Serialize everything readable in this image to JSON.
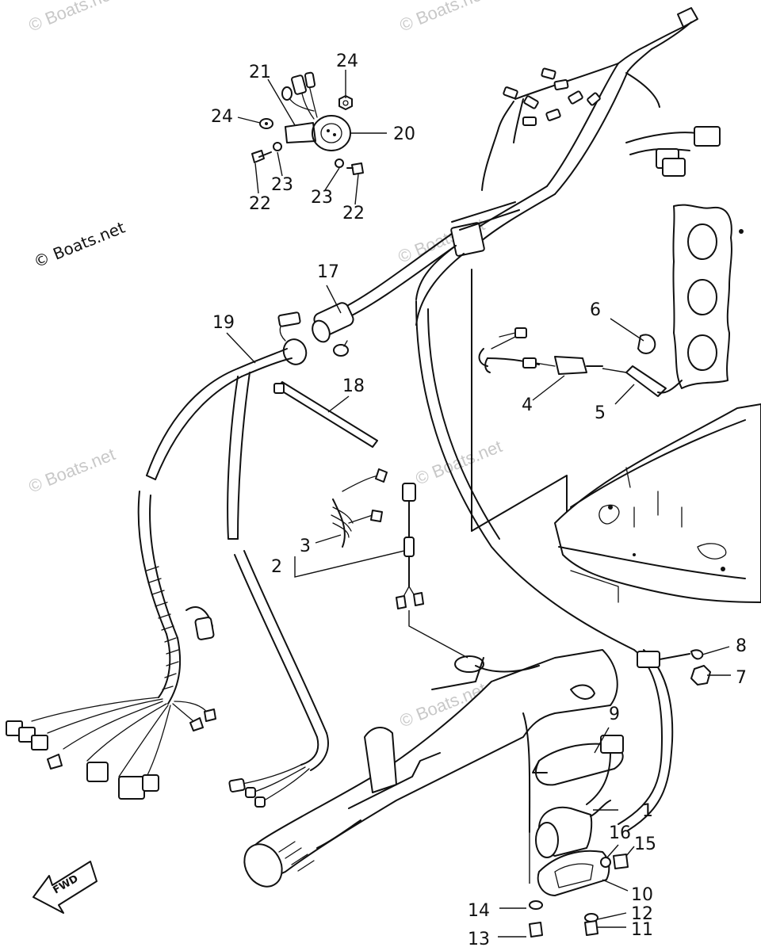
{
  "watermarks": [
    "© Boats.net",
    "© Boats.net",
    "© Boats.net",
    "© Boats.net",
    "© Boats.net",
    "© Boats.net",
    "© Boats.net"
  ],
  "direction_arrow": "FWD",
  "callouts": [
    "1",
    "2",
    "3",
    "4",
    "5",
    "6",
    "7",
    "8",
    "9",
    "10",
    "11",
    "12",
    "13",
    "14",
    "15",
    "16",
    "17",
    "18",
    "19",
    "20",
    "21",
    "22",
    "22",
    "23",
    "23",
    "24",
    "24"
  ]
}
